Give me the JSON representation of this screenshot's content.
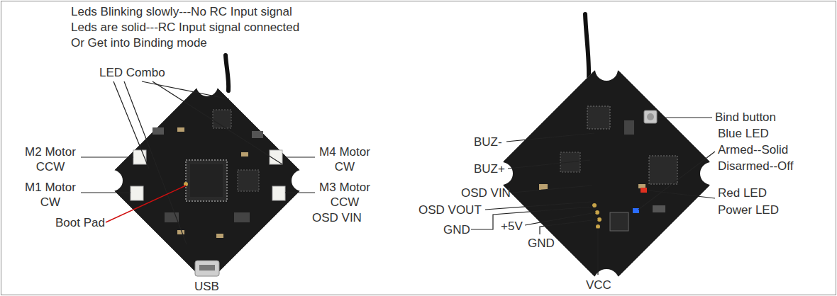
{
  "diagram": {
    "labels": [
      "Leds Blinking slowly---No RC Input signal",
      "Leds are solid---RC Input signal connected",
      "Or Get into Binding mode",
      "LED Combo",
      "M2 Motor CCW",
      "M1 Motor CW",
      "Boot Pad",
      "USB",
      "M4 Motor CW",
      "M3 Motor CCW",
      "OSD VIN",
      "Bind button",
      "Blue LED",
      "Armed--Solid",
      "Disarmed--Off",
      "Red LED",
      "Power LED",
      "BUZ-",
      "BUZ+",
      "OSD VIN",
      "OSD VOUT",
      "GND",
      "+5V",
      "GND",
      "VCC"
    ]
  }
}
